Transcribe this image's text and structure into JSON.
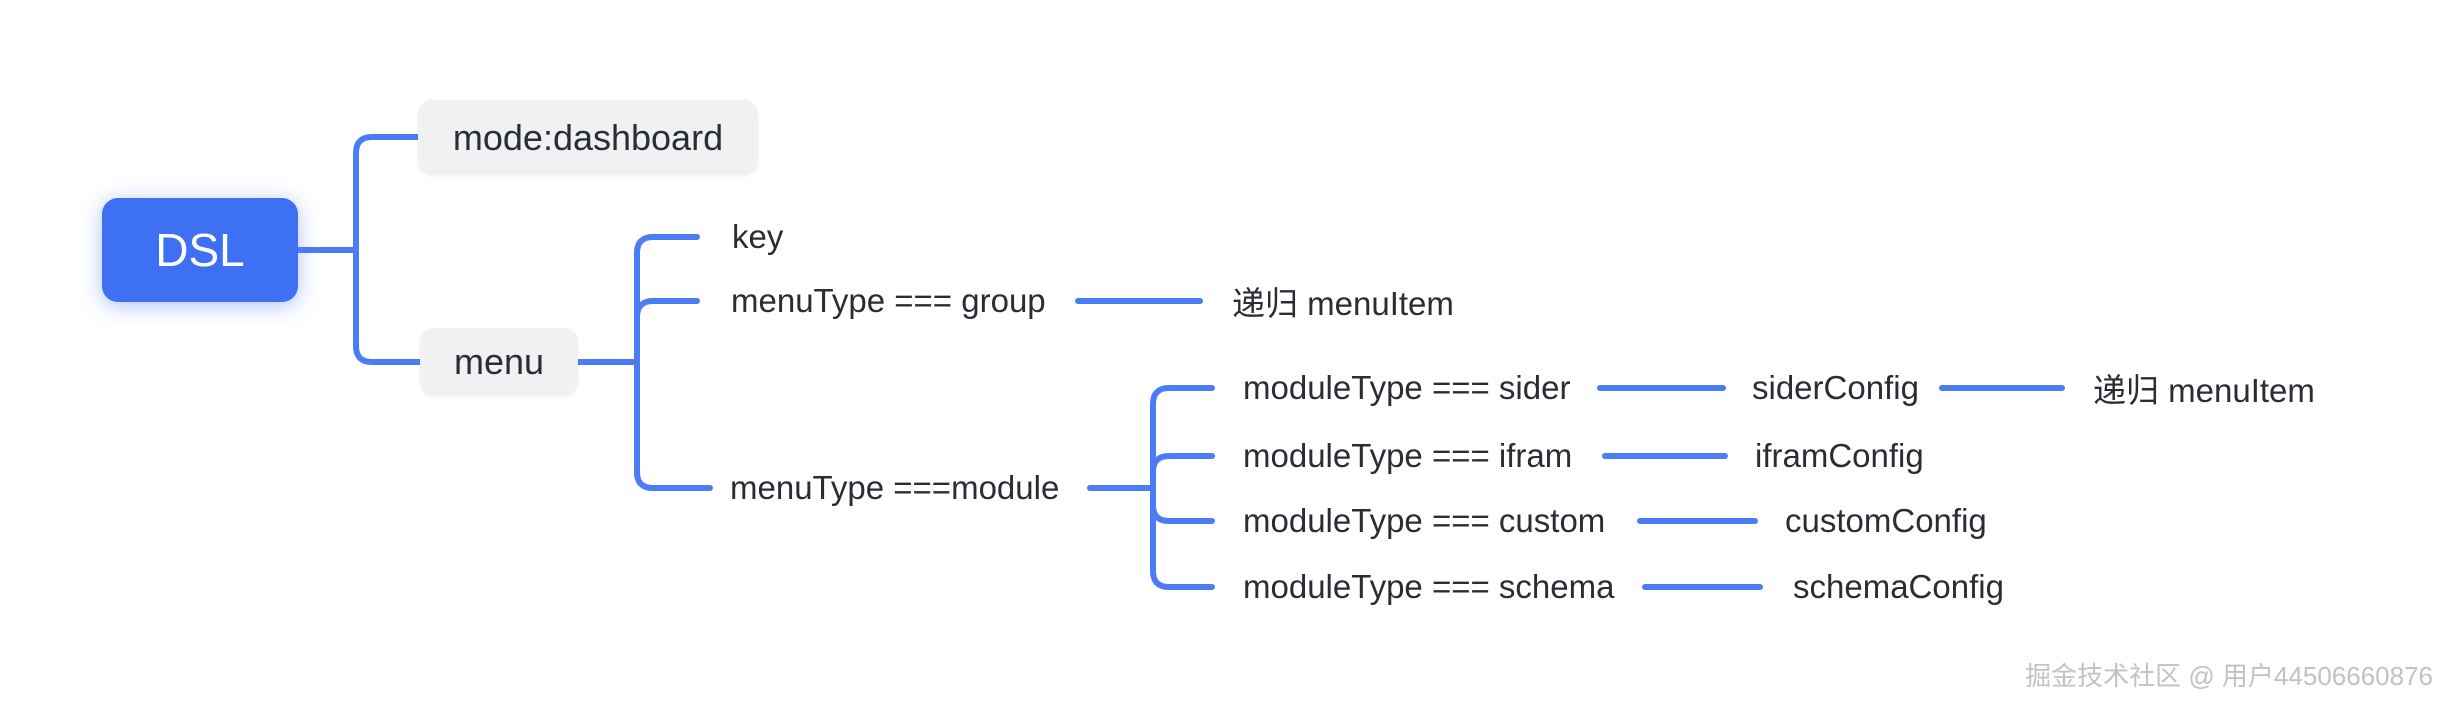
{
  "diagram": {
    "type": "mindmap",
    "direction": "left-to-right"
  },
  "colors": {
    "root_bg": "#3e70f4",
    "root_text": "#ffffff",
    "node_bg": "#f0f1f2",
    "node_text": "#2a2d33",
    "connector": "#4c7bf6",
    "watermark_text": "#c2c2c2",
    "canvas_bg": "#ffffff"
  },
  "tree": {
    "label": "DSL",
    "children": [
      {
        "label": "mode:dashboard",
        "children": []
      },
      {
        "label": "menu",
        "children": [
          {
            "label": "key",
            "children": []
          },
          {
            "label": "menuType === group",
            "children": [
              {
                "label": "递归 menuItem",
                "children": []
              }
            ]
          },
          {
            "label": "menuType ===module",
            "children": [
              {
                "label": "moduleType === sider",
                "children": [
                  {
                    "label": "siderConfig",
                    "children": [
                      {
                        "label": "递归 menuItem",
                        "children": []
                      }
                    ]
                  }
                ]
              },
              {
                "label": "moduleType === ifram",
                "children": [
                  {
                    "label": "iframConfig",
                    "children": []
                  }
                ]
              },
              {
                "label": "moduleType === custom",
                "children": [
                  {
                    "label": "customConfig",
                    "children": []
                  }
                ]
              },
              {
                "label": "moduleType === schema",
                "children": [
                  {
                    "label": "schemaConfig",
                    "children": []
                  }
                ]
              }
            ]
          }
        ]
      }
    ]
  },
  "watermark": {
    "text": "掘金技术社区 @ 用户44506660876"
  }
}
